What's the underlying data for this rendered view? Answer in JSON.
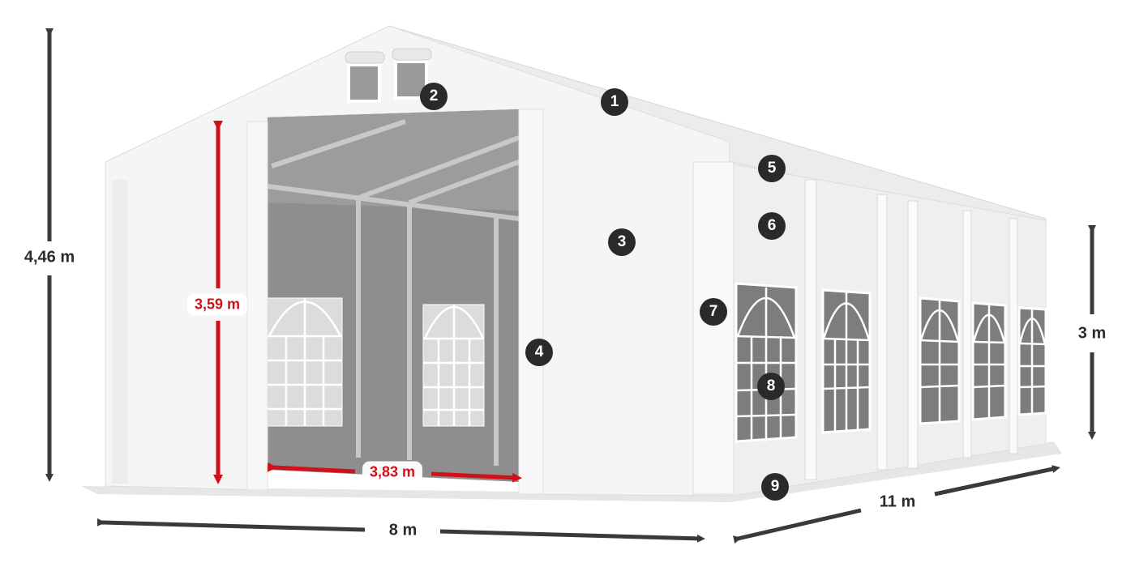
{
  "dimensions": {
    "total_height": "4,46 m",
    "door_height": "3,59 m",
    "door_width": "3,83 m",
    "side_height": "3 m",
    "length": "11 m",
    "width": "8 m"
  },
  "markers": [
    "1",
    "2",
    "3",
    "4",
    "5",
    "6",
    "7",
    "8",
    "9"
  ],
  "colors": {
    "arrow_dark": "#3a3a3a",
    "arrow_red": "#d0101a",
    "marker_bg": "#2a2a2a",
    "tent_white": "#f4f4f4",
    "interior_gray": "#8e8e8e"
  }
}
